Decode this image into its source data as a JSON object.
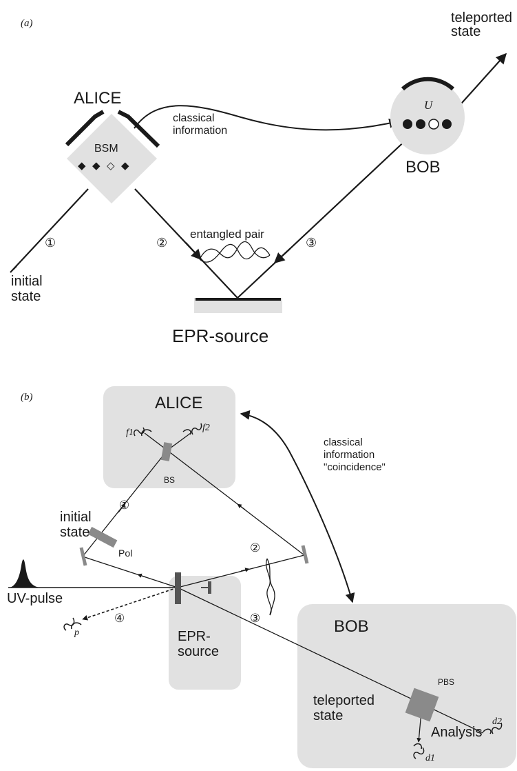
{
  "panel_a": {
    "panel_label": "(a)",
    "alice": "ALICE",
    "bsm": "BSM",
    "bob": "BOB",
    "unitary": "U",
    "classical_info": [
      "classical",
      "information"
    ],
    "teleported_state": [
      "teleported",
      "state"
    ],
    "entangled_pair": "entangled pair",
    "initial_state": [
      "initial",
      "state"
    ],
    "epr_source": "EPR-source",
    "port_labels": [
      "①",
      "②",
      "③"
    ],
    "bsm_symbols": [
      "◆",
      "◆",
      "◇",
      "◆"
    ],
    "bob_symbols": [
      "●",
      "●",
      "○",
      "●"
    ]
  },
  "panel_b": {
    "panel_label": "(b)",
    "alice": "ALICE",
    "f1": "f1",
    "f2": "f2",
    "bs": "BS",
    "classical_info": [
      "classical",
      "information",
      "\"coincidence\""
    ],
    "initial_state": [
      "initial",
      "state"
    ],
    "pol": "Pol",
    "uv_pulse": "UV-pulse",
    "epr_source": [
      "EPR-",
      "source"
    ],
    "p": "p",
    "port_labels": [
      "①",
      "②",
      "③",
      "④"
    ],
    "bob": "BOB",
    "pbs": "PBS",
    "teleported_state": [
      "teleported",
      "state"
    ],
    "d1": "d1",
    "d2": "d2",
    "analysis": "Analysis"
  },
  "colors": {
    "ink": "#1a1a1a",
    "box_fill": "#e1e1e1",
    "optic_fill": "#8a8a8a"
  }
}
